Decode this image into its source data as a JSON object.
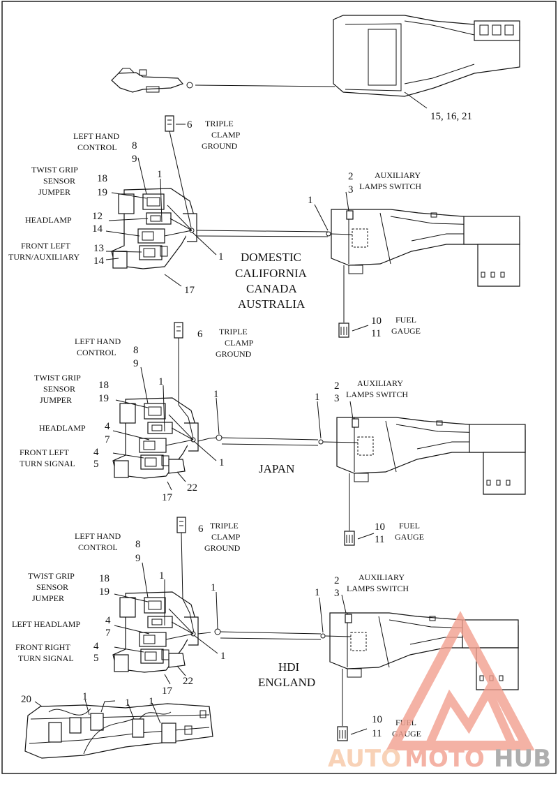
{
  "top": {
    "ref": "15, 16, 21"
  },
  "sections": [
    {
      "id": "domestic",
      "region_lines": [
        "DOMESTIC",
        "CALIFORNIA",
        "CANADA",
        "AUSTRALIA"
      ],
      "triple_clamp": [
        "TRIPLE",
        "CLAMP",
        "GROUND"
      ],
      "left_hand_control": [
        "LEFT HAND",
        "CONTROL"
      ],
      "twist_grip": [
        "TWIST GRIP",
        "SENSOR",
        "JUMPER"
      ],
      "headlamp": [
        "HEADLAMP"
      ],
      "front": [
        "FRONT LEFT",
        "TURN/AUXILIARY"
      ],
      "aux": [
        "AUXILIARY",
        "LAMPS SWITCH"
      ],
      "fuel": [
        "FUEL",
        "GAUGE"
      ],
      "n6": "6",
      "n8": "8",
      "n9": "9",
      "n18": "18",
      "n19": "19",
      "na": "12",
      "nb": "14",
      "nc": "13",
      "nd": "14",
      "n17": "17",
      "n2": "2",
      "n3": "3",
      "n10": "10",
      "n11": "11",
      "n1a": "1",
      "n1b": "1",
      "n1c": "1"
    },
    {
      "id": "japan",
      "region_lines": [
        "JAPAN"
      ],
      "triple_clamp": [
        "TRIPLE",
        "CLAMP",
        "GROUND"
      ],
      "left_hand_control": [
        "LEFT HAND",
        "CONTROL"
      ],
      "twist_grip": [
        "TWIST GRIP",
        "SENSOR",
        "JUMPER"
      ],
      "headlamp": [
        "HEADLAMP"
      ],
      "front": [
        "FRONT LEFT",
        "TURN SIGNAL"
      ],
      "aux": [
        "AUXILIARY",
        "LAMPS SWITCH"
      ],
      "fuel": [
        "FUEL",
        "GAUGE"
      ],
      "n6": "6",
      "n8": "8",
      "n9": "9",
      "n18": "18",
      "n19": "19",
      "na": "4",
      "nb": "7",
      "nc": "4",
      "nd": "5",
      "n17": "17",
      "n22": "22",
      "n2": "2",
      "n3": "3",
      "n10": "10",
      "n11": "11",
      "n1a": "1",
      "n1b": "1",
      "n1c": "1",
      "n1d": "1"
    },
    {
      "id": "hdi",
      "region_lines": [
        "HDI",
        "ENGLAND"
      ],
      "triple_clamp": [
        "TRIPLE",
        "CLAMP",
        "GROUND"
      ],
      "left_hand_control": [
        "LEFT HAND",
        "CONTROL"
      ],
      "twist_grip": [
        "TWIST GRIP",
        "SENSOR",
        "JUMPER"
      ],
      "headlamp": [
        "LEFT HEADLAMP"
      ],
      "front": [
        "FRONT RIGHT",
        "TURN SIGNAL"
      ],
      "aux": [
        "AUXILIARY",
        "LAMPS SWITCH"
      ],
      "fuel": [
        "FUEL",
        "GAUGE"
      ],
      "n6": "6",
      "n8": "8",
      "n9": "9",
      "n18": "18",
      "n19": "19",
      "na": "4",
      "nb": "7",
      "nc": "4",
      "nd": "5",
      "n17": "17",
      "n22": "22",
      "n2": "2",
      "n3": "3",
      "n10": "10",
      "n11": "11",
      "n1a": "1",
      "n1b": "1",
      "n1c": "1",
      "n1d": "1"
    }
  ],
  "bottom": {
    "n20": "20",
    "n1a": "1",
    "n1b": "1",
    "n1c": "1"
  },
  "watermark": {
    "part1": "AUTO",
    "part2": "MOTO",
    "part3": "HUB",
    "color_primary": "#f2a08f",
    "color_secondary": "#f7c7a6",
    "color_dark": "#9a9a9a"
  }
}
